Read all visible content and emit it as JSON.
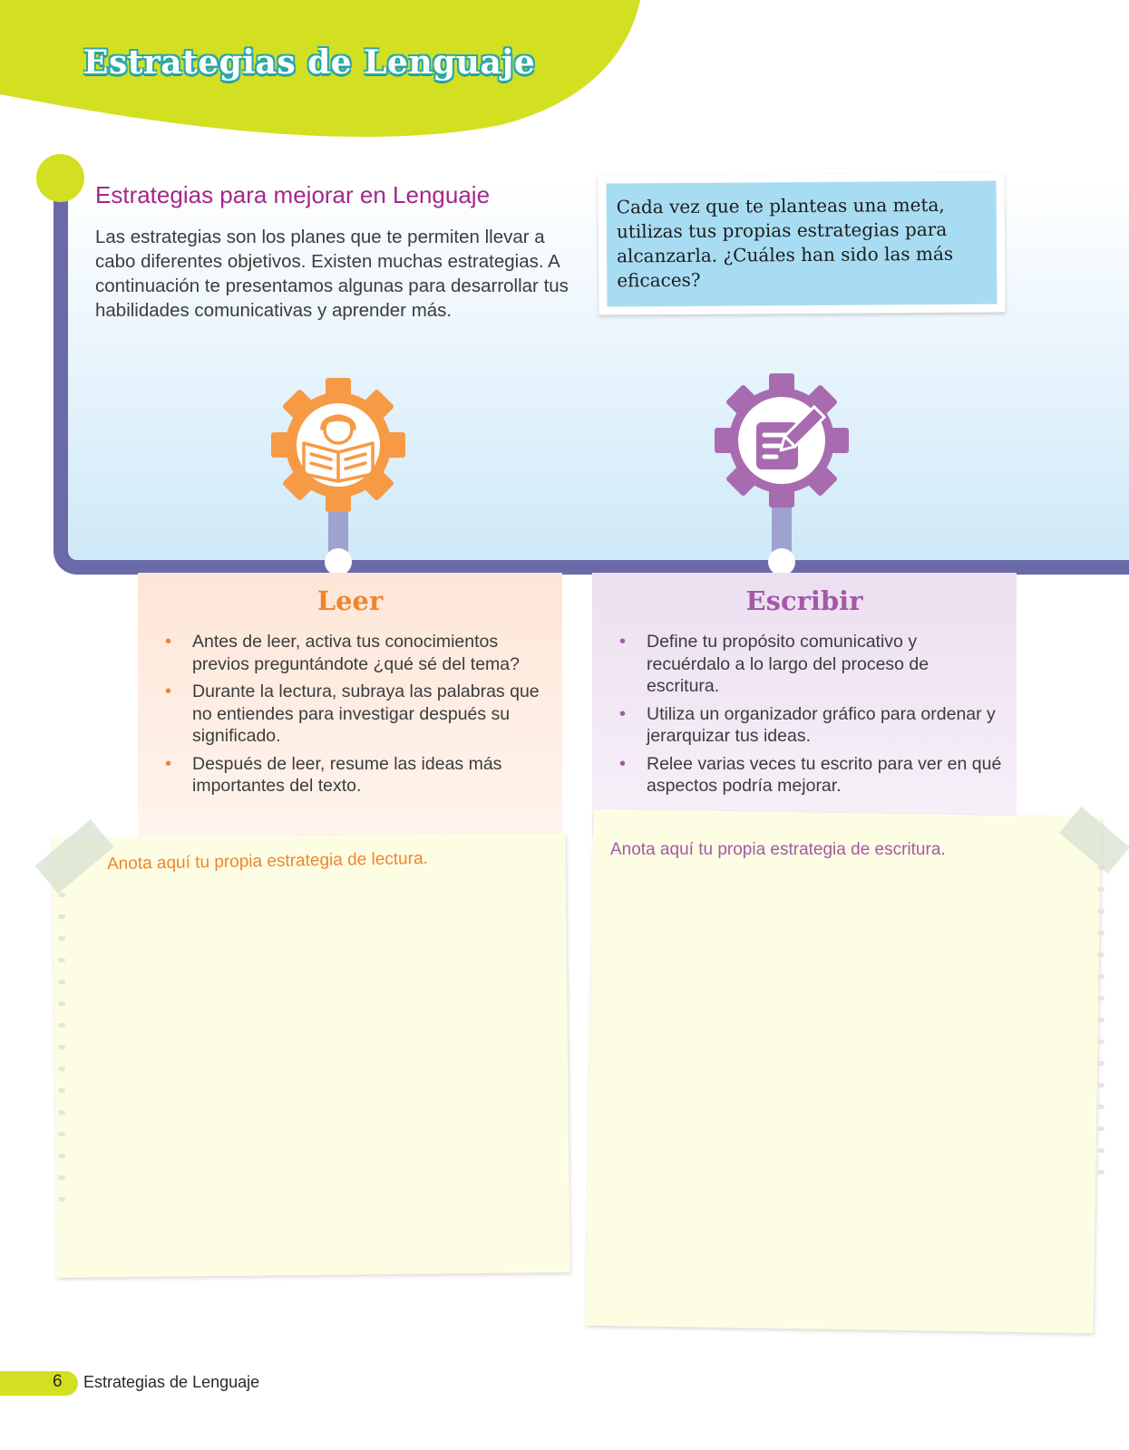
{
  "header": {
    "title": "Estrategias de Lenguaje"
  },
  "intro": {
    "title": "Estrategias para mejorar en Lenguaje",
    "text": "Las estrategias son los planes que te permiten llevar a cabo diferentes objetivos. Existen muchas estrategias. A continuación te presentamos algunas para desarrollar tus habilidades comunicativas y aprender más."
  },
  "note": {
    "text": "Cada vez que te planteas una meta, utilizas tus propias estrategias para alcanzarla. ¿Cuáles han sido las más eficaces?"
  },
  "leer": {
    "title": "Leer",
    "color": "#f0852d",
    "icon": "reading-child-icon",
    "items": [
      "Antes de leer, activa tus conocimientos previos preguntándote ¿qué sé del tema?",
      "Durante la lectura, subraya las palabras que no entiendes para investigar después su significado.",
      "Después de leer, resume las ideas más importantes del texto."
    ],
    "note_prompt": "Anota aquí tu propia estrategia de lectura."
  },
  "escribir": {
    "title": "Escribir",
    "color": "#a25aa8",
    "icon": "writing-pencil-icon",
    "items": [
      "Define tu propósito comunicativo y recuérdalo a lo largo del proceso de escritura.",
      "Utiliza un organizador gráfico para ordenar y jerarquizar tus ideas.",
      "Relee varias veces tu escrito para ver en qué aspectos podría mejorar."
    ],
    "note_prompt": "Anota aquí tu propia estrategia de escritura."
  },
  "footer": {
    "page_number": "6",
    "label": "Estrategias de Lenguaje"
  },
  "colors": {
    "accent_green": "#d3e021",
    "frame_purple": "#6a6aa8",
    "title_magenta": "#a3288c",
    "note_blue": "#a8dcf3"
  }
}
